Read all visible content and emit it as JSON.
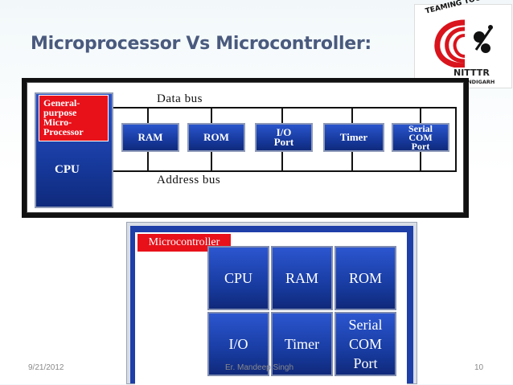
{
  "slide": {
    "title": "Microprocessor Vs Microcontroller:",
    "date": "9/21/2012",
    "author": "Er. Mandeep Singh",
    "page_number": "10"
  },
  "logo": {
    "tagline": "TEAMING TOGETHER",
    "name": "NITTTR",
    "city": "CHANDIGARH"
  },
  "microprocessor_diagram": {
    "cpu_box_text": "General-\npurpose\nMicro-\nProcessor",
    "cpu_label": "CPU",
    "data_bus_label": "Data bus",
    "address_bus_label": "Address bus",
    "devices": [
      "RAM",
      "ROM",
      "I/O\nPort",
      "Timer",
      "Serial\nCOM\nPort"
    ]
  },
  "microcontroller_diagram": {
    "label": "Microcontroller",
    "cells": [
      "CPU",
      "RAM",
      "ROM",
      "I/O",
      "Timer",
      "Serial\nCOM\nPort"
    ]
  }
}
